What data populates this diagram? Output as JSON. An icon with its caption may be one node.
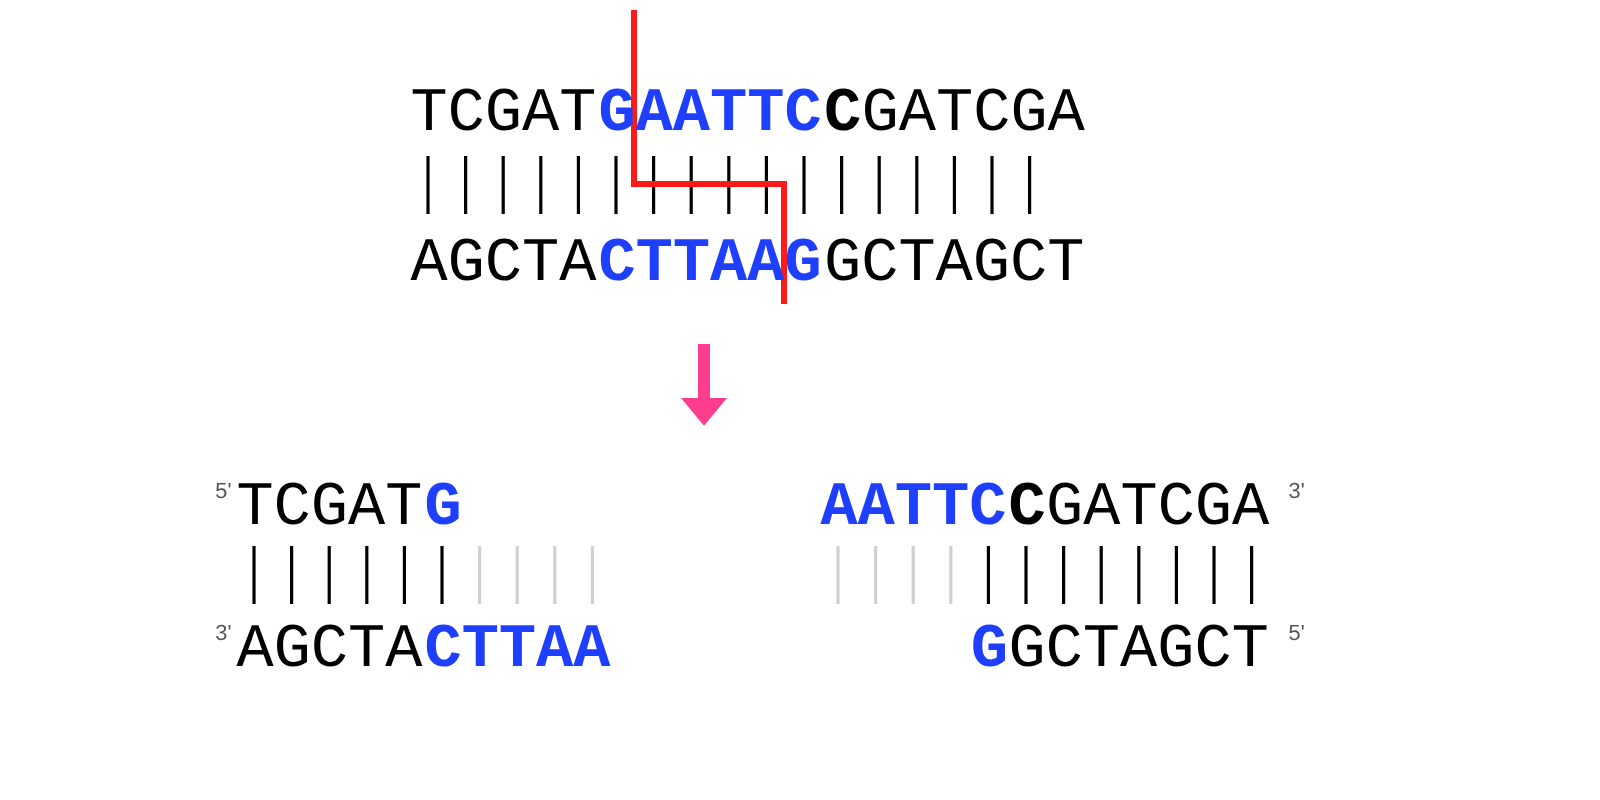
{
  "diagram": {
    "labels": [
      "TCGAT",
      "GAATTC",
      "C",
      "GATCGA",
      "AGCTA",
      "CTTAAG",
      "GCTAGCT",
      "5'",
      "TCGAT",
      "G",
      "AATTC",
      "C",
      "GATCGA",
      "3'",
      "3'",
      "AGCTA",
      "CTTAA",
      "G",
      "GCTAGCT",
      "5'"
    ]
  }
}
